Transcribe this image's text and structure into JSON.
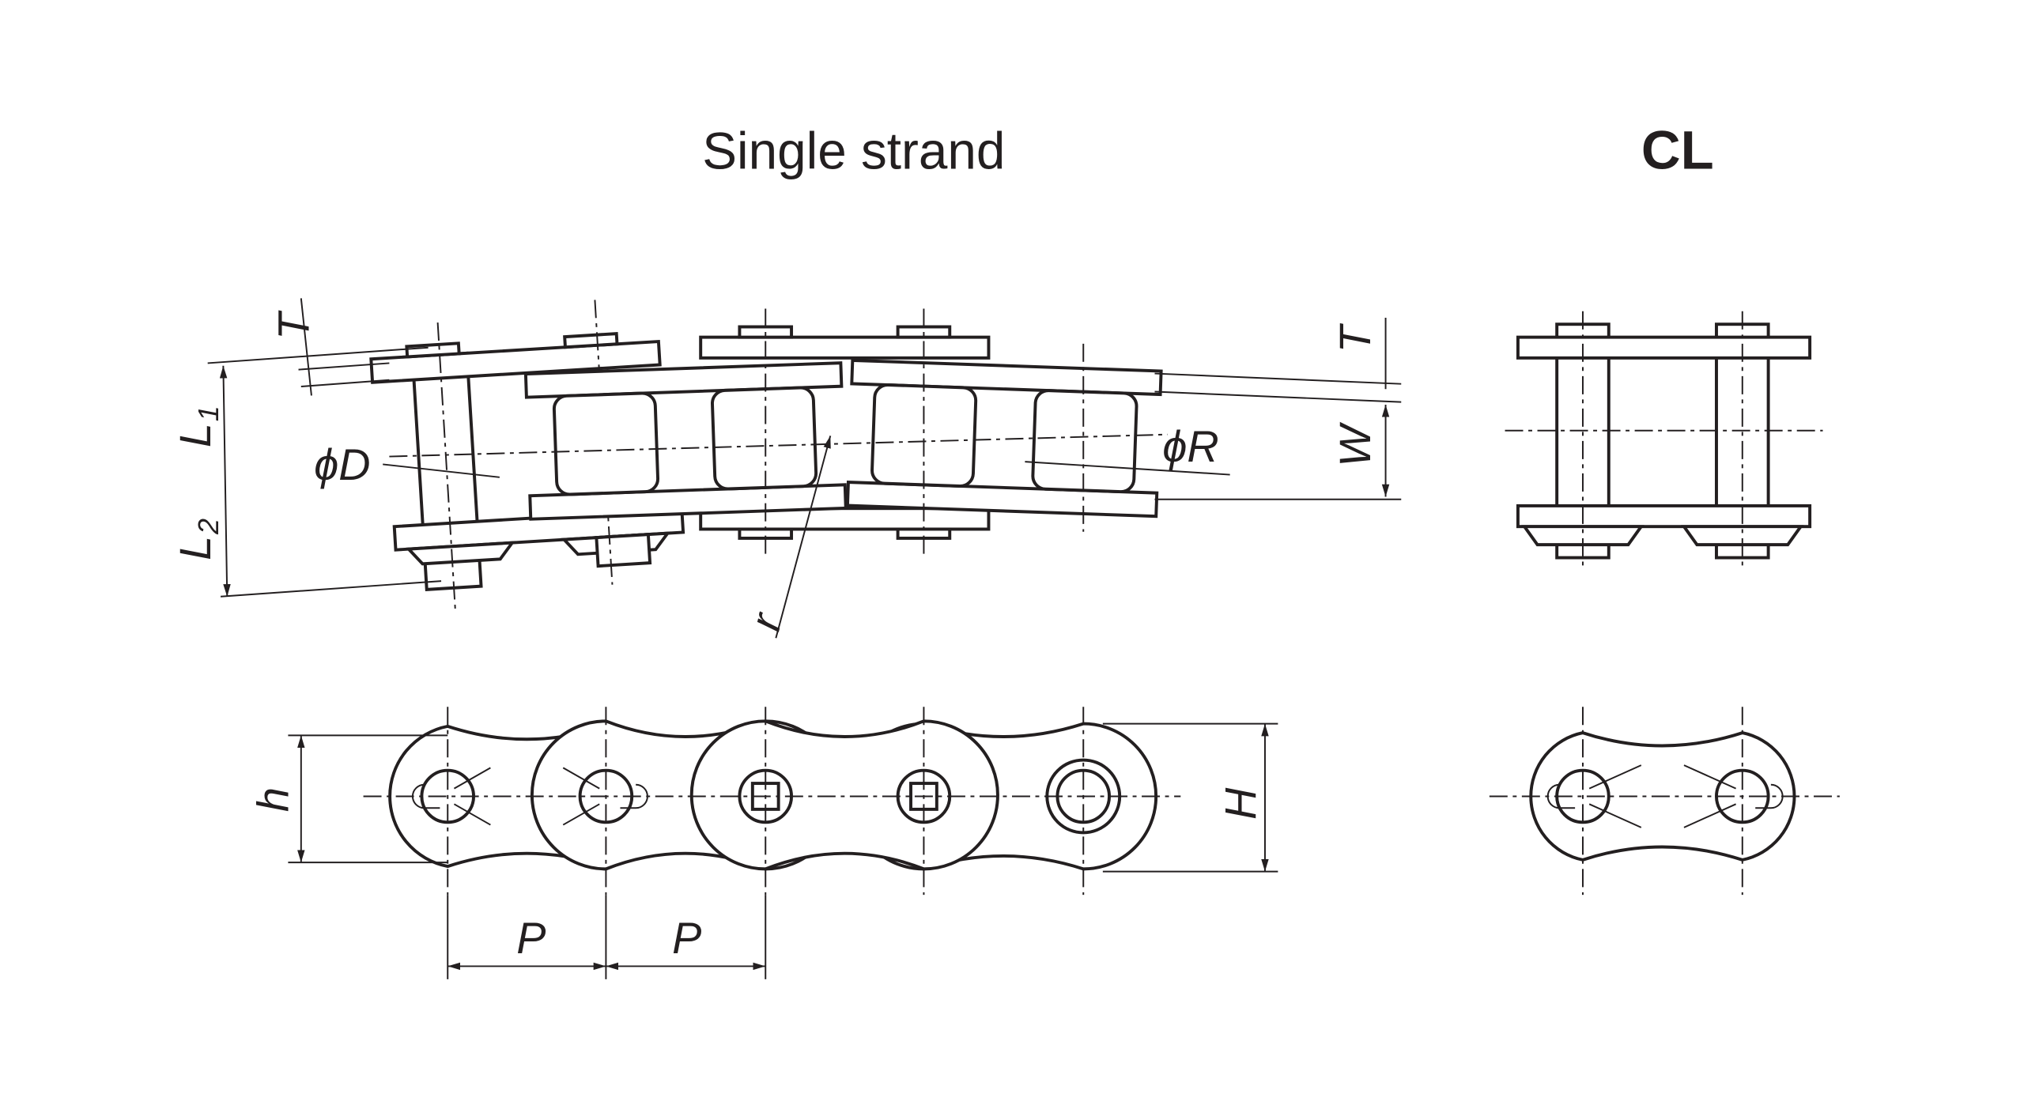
{
  "titles": {
    "single_strand": "Single strand",
    "cl": "CL"
  },
  "labels": {
    "T_left": "T",
    "T_right": "T",
    "L1": "L",
    "L1_sub": "1",
    "L2": "L",
    "L2_sub": "2",
    "phiD": "ϕD",
    "phiR": "ϕR",
    "W": "W",
    "r": "r",
    "h": "h",
    "H": "H",
    "P1": "P",
    "P2": "P"
  }
}
